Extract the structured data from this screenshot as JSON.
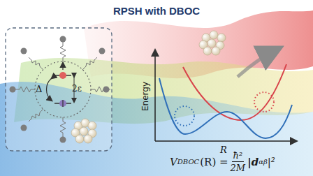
{
  "diagram": {
    "title": "RPSH with DBOC",
    "labels": [
      "Energy",
      "R",
      "Δ",
      "2ε",
      "V",
      "DBOC",
      "(R) =",
      "ħ²",
      "2M",
      "|d",
      "αβ",
      "|²"
    ]
  }
}
